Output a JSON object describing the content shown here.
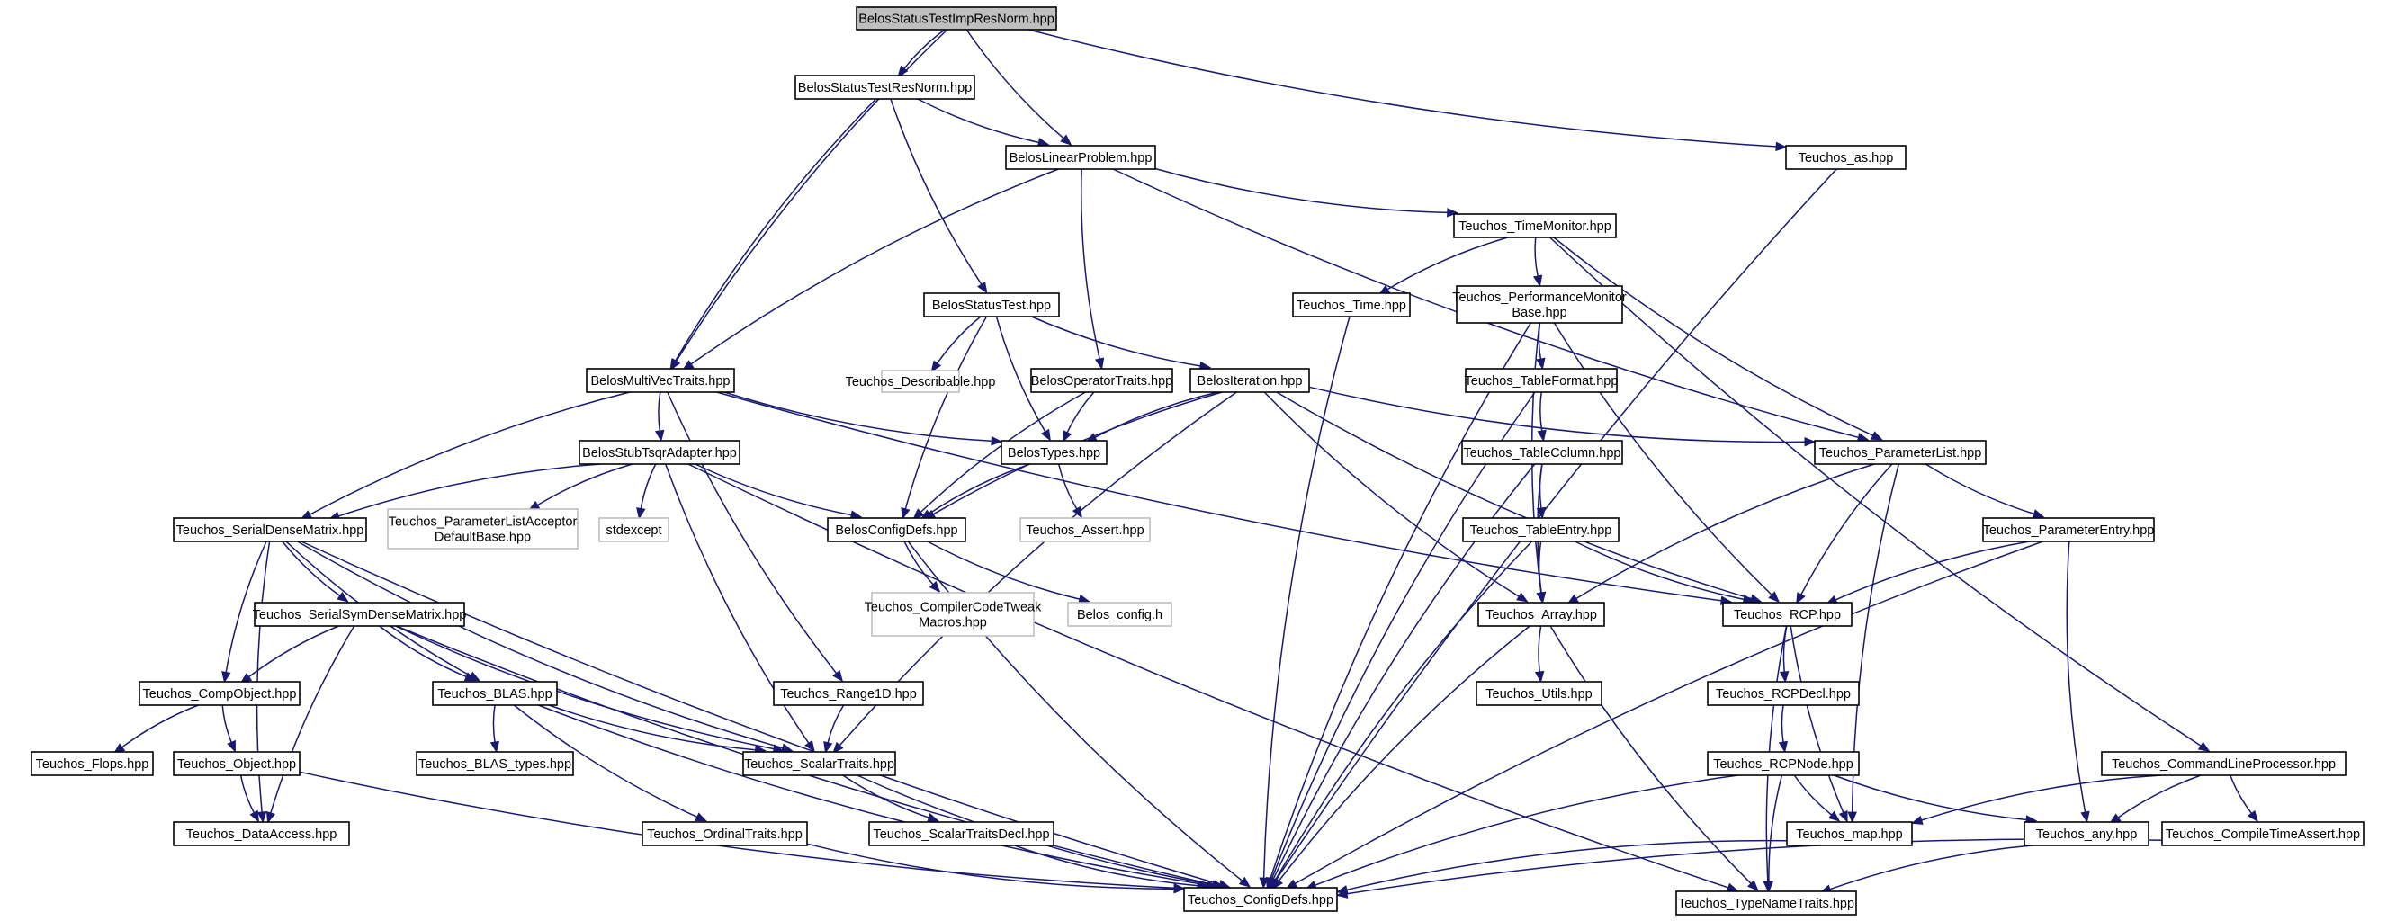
{
  "graph": {
    "root": "BelosStatusTestImpResNorm.hpp",
    "nodes": [
      {
        "id": "root",
        "label": [
          "BelosStatusTestImpResNorm.hpp"
        ],
        "style": "root"
      },
      {
        "id": "resnorm",
        "label": [
          "BelosStatusTestResNorm.hpp"
        ],
        "style": "normal"
      },
      {
        "id": "linprob",
        "label": [
          "BelosLinearProblem.hpp"
        ],
        "style": "normal"
      },
      {
        "id": "tas",
        "label": [
          "Teuchos_as.hpp"
        ],
        "style": "normal"
      },
      {
        "id": "timemon",
        "label": [
          "Teuchos_TimeMonitor.hpp"
        ],
        "style": "normal"
      },
      {
        "id": "time",
        "label": [
          "Teuchos_Time.hpp"
        ],
        "style": "normal"
      },
      {
        "id": "perfmon",
        "label": [
          "Teuchos_PerformanceMonitor",
          "Base.hpp"
        ],
        "style": "normal"
      },
      {
        "id": "statustest",
        "label": [
          "BelosStatusTest.hpp"
        ],
        "style": "normal"
      },
      {
        "id": "describable",
        "label": [
          "Teuchos_Describable.hpp"
        ],
        "style": "ghost"
      },
      {
        "id": "optraits",
        "label": [
          "BelosOperatorTraits.hpp"
        ],
        "style": "normal"
      },
      {
        "id": "iteration",
        "label": [
          "BelosIteration.hpp"
        ],
        "style": "normal"
      },
      {
        "id": "multivec",
        "label": [
          "BelosMultiVecTraits.hpp"
        ],
        "style": "normal"
      },
      {
        "id": "tableformat",
        "label": [
          "Teuchos_TableFormat.hpp"
        ],
        "style": "normal"
      },
      {
        "id": "tablecolumn",
        "label": [
          "Teuchos_TableColumn.hpp"
        ],
        "style": "normal"
      },
      {
        "id": "belostypes",
        "label": [
          "BelosTypes.hpp"
        ],
        "style": "normal"
      },
      {
        "id": "stubtsqr",
        "label": [
          "BelosStubTsqrAdapter.hpp"
        ],
        "style": "normal"
      },
      {
        "id": "paramlist",
        "label": [
          "Teuchos_ParameterList.hpp"
        ],
        "style": "normal"
      },
      {
        "id": "serialdense",
        "label": [
          "Teuchos_SerialDenseMatrix.hpp"
        ],
        "style": "normal"
      },
      {
        "id": "placcept",
        "label": [
          "Teuchos_ParameterListAcceptor",
          "DefaultBase.hpp"
        ],
        "style": "ghost"
      },
      {
        "id": "stdexcept",
        "label": [
          "stdexcept"
        ],
        "style": "ghost"
      },
      {
        "id": "configdefs",
        "label": [
          "BelosConfigDefs.hpp"
        ],
        "style": "normal"
      },
      {
        "id": "assert",
        "label": [
          "Teuchos_Assert.hpp"
        ],
        "style": "ghost"
      },
      {
        "id": "tableentry",
        "label": [
          "Teuchos_TableEntry.hpp"
        ],
        "style": "normal"
      },
      {
        "id": "paramentry",
        "label": [
          "Teuchos_ParameterEntry.hpp"
        ],
        "style": "normal"
      },
      {
        "id": "symdense",
        "label": [
          "Teuchos_SerialSymDenseMatrix.hpp"
        ],
        "style": "normal"
      },
      {
        "id": "codetweak",
        "label": [
          "Teuchos_CompilerCodeTweak",
          "Macros.hpp"
        ],
        "style": "ghost"
      },
      {
        "id": "belosconfig",
        "label": [
          "Belos_config.h"
        ],
        "style": "ghost"
      },
      {
        "id": "array",
        "label": [
          "Teuchos_Array.hpp"
        ],
        "style": "normal"
      },
      {
        "id": "rcp",
        "label": [
          "Teuchos_RCP.hpp"
        ],
        "style": "normal"
      },
      {
        "id": "compobject",
        "label": [
          "Teuchos_CompObject.hpp"
        ],
        "style": "normal"
      },
      {
        "id": "blas",
        "label": [
          "Teuchos_BLAS.hpp"
        ],
        "style": "normal"
      },
      {
        "id": "range1d",
        "label": [
          "Teuchos_Range1D.hpp"
        ],
        "style": "normal"
      },
      {
        "id": "utils",
        "label": [
          "Teuchos_Utils.hpp"
        ],
        "style": "normal"
      },
      {
        "id": "rcpdecl",
        "label": [
          "Teuchos_RCPDecl.hpp"
        ],
        "style": "normal"
      },
      {
        "id": "flops",
        "label": [
          "Teuchos_Flops.hpp"
        ],
        "style": "normal"
      },
      {
        "id": "object",
        "label": [
          "Teuchos_Object.hpp"
        ],
        "style": "normal"
      },
      {
        "id": "blastypes",
        "label": [
          "Teuchos_BLAS_types.hpp"
        ],
        "style": "normal"
      },
      {
        "id": "scalartraits",
        "label": [
          "Teuchos_ScalarTraits.hpp"
        ],
        "style": "normal"
      },
      {
        "id": "rcpnode",
        "label": [
          "Teuchos_RCPNode.hpp"
        ],
        "style": "normal"
      },
      {
        "id": "cmdline",
        "label": [
          "Teuchos_CommandLineProcessor.hpp"
        ],
        "style": "normal"
      },
      {
        "id": "dataaccess",
        "label": [
          "Teuchos_DataAccess.hpp"
        ],
        "style": "normal"
      },
      {
        "id": "ordinaltraits",
        "label": [
          "Teuchos_OrdinalTraits.hpp"
        ],
        "style": "normal"
      },
      {
        "id": "scalartraitsdecl",
        "label": [
          "Teuchos_ScalarTraitsDecl.hpp"
        ],
        "style": "normal"
      },
      {
        "id": "map",
        "label": [
          "Teuchos_map.hpp"
        ],
        "style": "normal"
      },
      {
        "id": "any",
        "label": [
          "Teuchos_any.hpp"
        ],
        "style": "normal"
      },
      {
        "id": "compiletime",
        "label": [
          "Teuchos_CompileTimeAssert.hpp"
        ],
        "style": "normal"
      },
      {
        "id": "tconfigdefs",
        "label": [
          "Teuchos_ConfigDefs.hpp"
        ],
        "style": "normal"
      },
      {
        "id": "typename",
        "label": [
          "Teuchos_TypeNameTraits.hpp"
        ],
        "style": "normal"
      }
    ],
    "edges": [
      [
        "root",
        "resnorm"
      ],
      [
        "root",
        "linprob"
      ],
      [
        "root",
        "multivec"
      ],
      [
        "root",
        "tas"
      ],
      [
        "resnorm",
        "linprob"
      ],
      [
        "resnorm",
        "multivec"
      ],
      [
        "resnorm",
        "statustest"
      ],
      [
        "linprob",
        "multivec"
      ],
      [
        "linprob",
        "optraits"
      ],
      [
        "linprob",
        "timemon"
      ],
      [
        "linprob",
        "paramlist"
      ],
      [
        "tas",
        "tconfigdefs"
      ],
      [
        "timemon",
        "time"
      ],
      [
        "timemon",
        "perfmon"
      ],
      [
        "timemon",
        "paramlist"
      ],
      [
        "timemon",
        "cmdline"
      ],
      [
        "time",
        "tconfigdefs"
      ],
      [
        "perfmon",
        "tableformat"
      ],
      [
        "perfmon",
        "array"
      ],
      [
        "perfmon",
        "rcp"
      ],
      [
        "perfmon",
        "tconfigdefs"
      ],
      [
        "statustest",
        "describable"
      ],
      [
        "statustest",
        "belostypes"
      ],
      [
        "statustest",
        "configdefs"
      ],
      [
        "statustest",
        "iteration"
      ],
      [
        "optraits",
        "belostypes"
      ],
      [
        "optraits",
        "configdefs"
      ],
      [
        "iteration",
        "belostypes"
      ],
      [
        "iteration",
        "configdefs"
      ],
      [
        "iteration",
        "paramlist"
      ],
      [
        "iteration",
        "array"
      ],
      [
        "iteration",
        "rcp"
      ],
      [
        "iteration",
        "scalartraits"
      ],
      [
        "multivec",
        "belostypes"
      ],
      [
        "multivec",
        "stubtsqr"
      ],
      [
        "multivec",
        "serialdense"
      ],
      [
        "multivec",
        "range1d"
      ],
      [
        "multivec",
        "rcp"
      ],
      [
        "tableformat",
        "tablecolumn"
      ],
      [
        "tableformat",
        "tconfigdefs"
      ],
      [
        "tablecolumn",
        "tableentry"
      ],
      [
        "tablecolumn",
        "array"
      ],
      [
        "tablecolumn",
        "tconfigdefs"
      ],
      [
        "belostypes",
        "configdefs"
      ],
      [
        "belostypes",
        "assert"
      ],
      [
        "stubtsqr",
        "serialdense"
      ],
      [
        "stubtsqr",
        "placcept"
      ],
      [
        "stubtsqr",
        "stdexcept"
      ],
      [
        "stubtsqr",
        "configdefs"
      ],
      [
        "stubtsqr",
        "scalartraits"
      ],
      [
        "stubtsqr",
        "typename"
      ],
      [
        "paramlist",
        "paramentry"
      ],
      [
        "paramlist",
        "rcp"
      ],
      [
        "paramlist",
        "array"
      ],
      [
        "paramlist",
        "map"
      ],
      [
        "serialdense",
        "symdense"
      ],
      [
        "serialdense",
        "compobject"
      ],
      [
        "serialdense",
        "blas"
      ],
      [
        "serialdense",
        "scalartraits"
      ],
      [
        "serialdense",
        "dataaccess"
      ],
      [
        "serialdense",
        "tconfigdefs"
      ],
      [
        "configdefs",
        "codetweak"
      ],
      [
        "configdefs",
        "belosconfig"
      ],
      [
        "configdefs",
        "tconfigdefs"
      ],
      [
        "tableentry",
        "array"
      ],
      [
        "tableentry",
        "rcp"
      ],
      [
        "tableentry",
        "tconfigdefs"
      ],
      [
        "paramentry",
        "rcp"
      ],
      [
        "paramentry",
        "any"
      ],
      [
        "paramentry",
        "tconfigdefs"
      ],
      [
        "symdense",
        "compobject"
      ],
      [
        "symdense",
        "blas"
      ],
      [
        "symdense",
        "scalartraits"
      ],
      [
        "symdense",
        "dataaccess"
      ],
      [
        "symdense",
        "tconfigdefs"
      ],
      [
        "array",
        "utils"
      ],
      [
        "array",
        "typename"
      ],
      [
        "array",
        "tconfigdefs"
      ],
      [
        "rcp",
        "rcpdecl"
      ],
      [
        "rcp",
        "map"
      ],
      [
        "rcp",
        "typename"
      ],
      [
        "compobject",
        "flops"
      ],
      [
        "compobject",
        "object"
      ],
      [
        "blas",
        "blastypes"
      ],
      [
        "blas",
        "scalartraits"
      ],
      [
        "blas",
        "ordinaltraits"
      ],
      [
        "blas",
        "tconfigdefs"
      ],
      [
        "range1d",
        "scalartraits"
      ],
      [
        "rcpdecl",
        "rcpnode"
      ],
      [
        "object",
        "dataaccess"
      ],
      [
        "object",
        "tconfigdefs"
      ],
      [
        "scalartraits",
        "scalartraitsdecl"
      ],
      [
        "scalartraits",
        "tconfigdefs"
      ],
      [
        "rcpnode",
        "map"
      ],
      [
        "rcpnode",
        "any"
      ],
      [
        "rcpnode",
        "typename"
      ],
      [
        "rcpnode",
        "tconfigdefs"
      ],
      [
        "cmdline",
        "map"
      ],
      [
        "cmdline",
        "any"
      ],
      [
        "cmdline",
        "compiletime"
      ],
      [
        "ordinaltraits",
        "tconfigdefs"
      ],
      [
        "scalartraitsdecl",
        "tconfigdefs"
      ],
      [
        "map",
        "tconfigdefs"
      ],
      [
        "any",
        "typename"
      ],
      [
        "compiletime",
        "tconfigdefs"
      ]
    ]
  }
}
